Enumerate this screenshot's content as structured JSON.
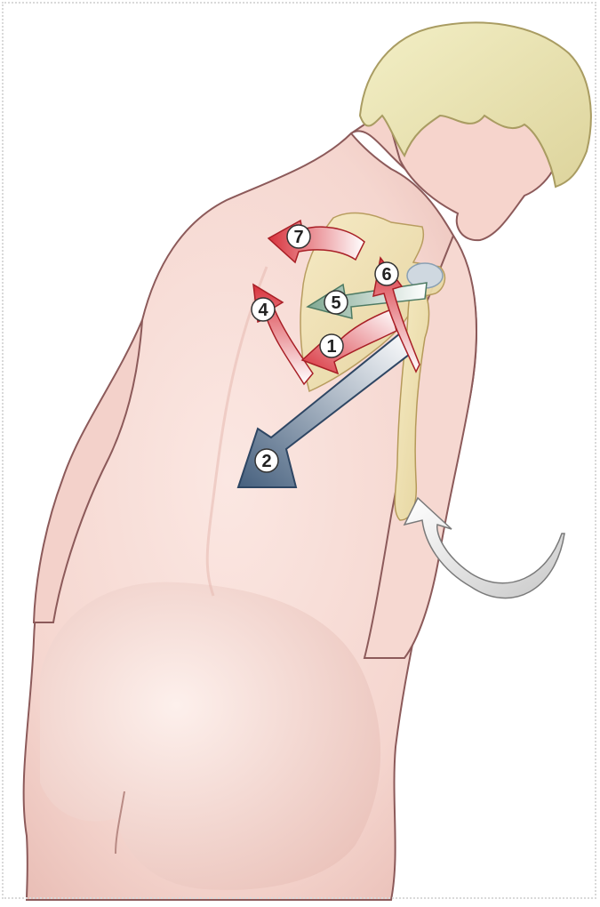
{
  "figure": {
    "labels": [
      "1",
      "2",
      "4",
      "5",
      "6",
      "7"
    ],
    "colors": {
      "skin": "#f7dcd6",
      "skin_shadow": "#e8bfb8",
      "outline": "#8c5a5a",
      "hair": "#eae4b2",
      "bone": "#f1e4b4",
      "arrow_red": "#d8323c",
      "arrow_blue": "#46607e",
      "arrow_green": "#8fb5a0",
      "arrow_gray": "#e6e6e6"
    },
    "icons": {
      "arrow_1": "muscle-arrow-red-icon",
      "arrow_2": "muscle-arrow-blue-icon",
      "arrow_4": "muscle-arrow-red-icon",
      "arrow_5": "muscle-arrow-green-icon",
      "arrow_6": "muscle-arrow-red-icon",
      "arrow_7": "muscle-arrow-red-icon",
      "rotation": "rotation-arrow-icon"
    }
  }
}
